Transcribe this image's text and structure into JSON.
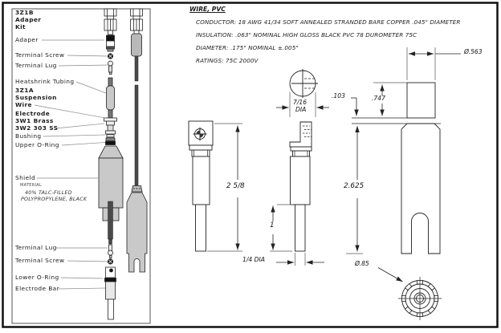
{
  "drawing": {
    "kit": {
      "title_lines": [
        "3Z1B",
        "Adaper",
        "Kit"
      ]
    },
    "labels": {
      "adaper": "Adaper",
      "terminal_screw_top": "Terminal Screw",
      "terminal_lug_top": "Terminal Lug",
      "heatshrink": "Heatshrink Tubing",
      "suspension_lines": [
        "3Z1A",
        "Suspension",
        "Wire"
      ],
      "electrode_lines": [
        "Electrode",
        "3W1 Brass",
        "3W2 303 SS"
      ],
      "bushing": "Bushing",
      "upper_oring": "Upper O-Ring",
      "shield": "Shield",
      "material_caption": "MATERIAL",
      "material_lines": [
        "40% TALC-FILLED",
        "POLYPROPYLENE, BLACK"
      ],
      "terminal_lug_bottom": "Terminal Lug",
      "terminal_screw_bottom": "Terminal Screw",
      "lower_oring": "Lower O-Ring",
      "electrode_bar": "Electrode Bar"
    },
    "wire_spec": {
      "title": "WIRE, PVC",
      "conductor": "CONDUCTOR:  18 AWG 41/34 SOFT ANNEALED STRANDED BARE COPPER .045\" DIAMETER",
      "insulation": "INSULATION:  .063\" NOMINAL HIGH GLOSS BLACK PVC 78 DUROMETER 75C",
      "diameter": "DIAMETER:  .175\" NOMINAL ±.005\"",
      "ratings": "RATINGS:  75C 2000V"
    },
    "dims": {
      "dia_563": "Ø.563",
      "dim_747": ".747",
      "dim_103": ".103",
      "dia_716": "7/16",
      "dia_716_label": "DIA",
      "len_2_5_8": "2 5/8",
      "len_1": "1",
      "dia_1_4": "1/4 DIA",
      "len_2625": "2.625",
      "dia_85": "Ø.85"
    }
  }
}
